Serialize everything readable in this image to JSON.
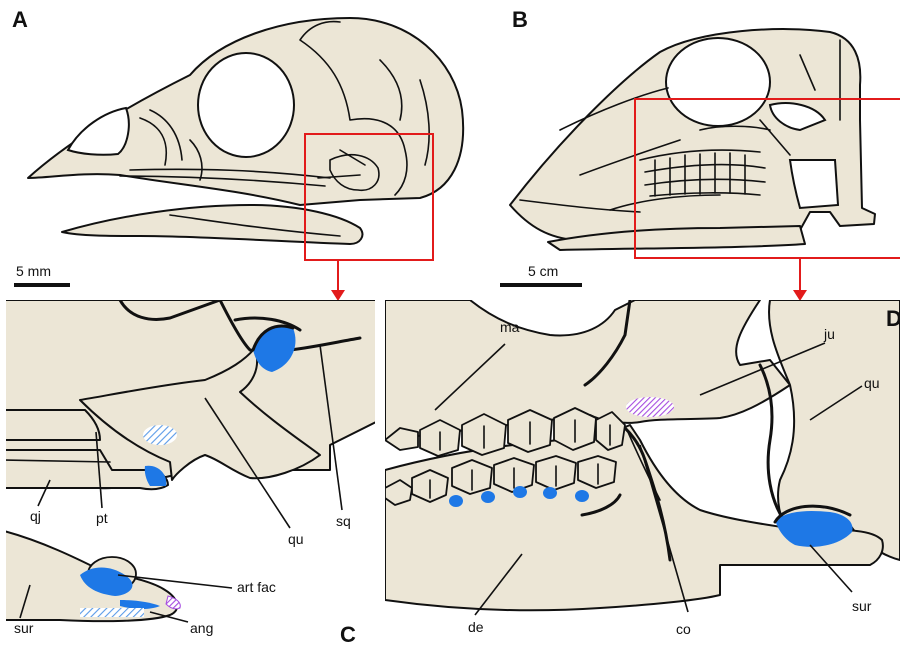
{
  "panels": {
    "a": "A",
    "b": "B",
    "c": "C",
    "d": "D"
  },
  "scale_bars": {
    "a": "5 mm",
    "b": "5 cm"
  },
  "labels_c": {
    "qj": "qj",
    "pt": "pt",
    "qu": "qu",
    "sq": "sq",
    "art_fac": "art fac",
    "sur": "sur",
    "ang": "ang"
  },
  "labels_d": {
    "ma": "ma",
    "ju": "ju",
    "qu": "qu",
    "de": "de",
    "co": "co",
    "sur": "sur"
  },
  "colors": {
    "bone": "#ece6d6",
    "outline": "#111111",
    "highlight_box": "#e21b1b",
    "articular_blue": "#1e78e6",
    "hatch_blue": "#5b9be8",
    "hatch_purple": "#a64de0"
  }
}
